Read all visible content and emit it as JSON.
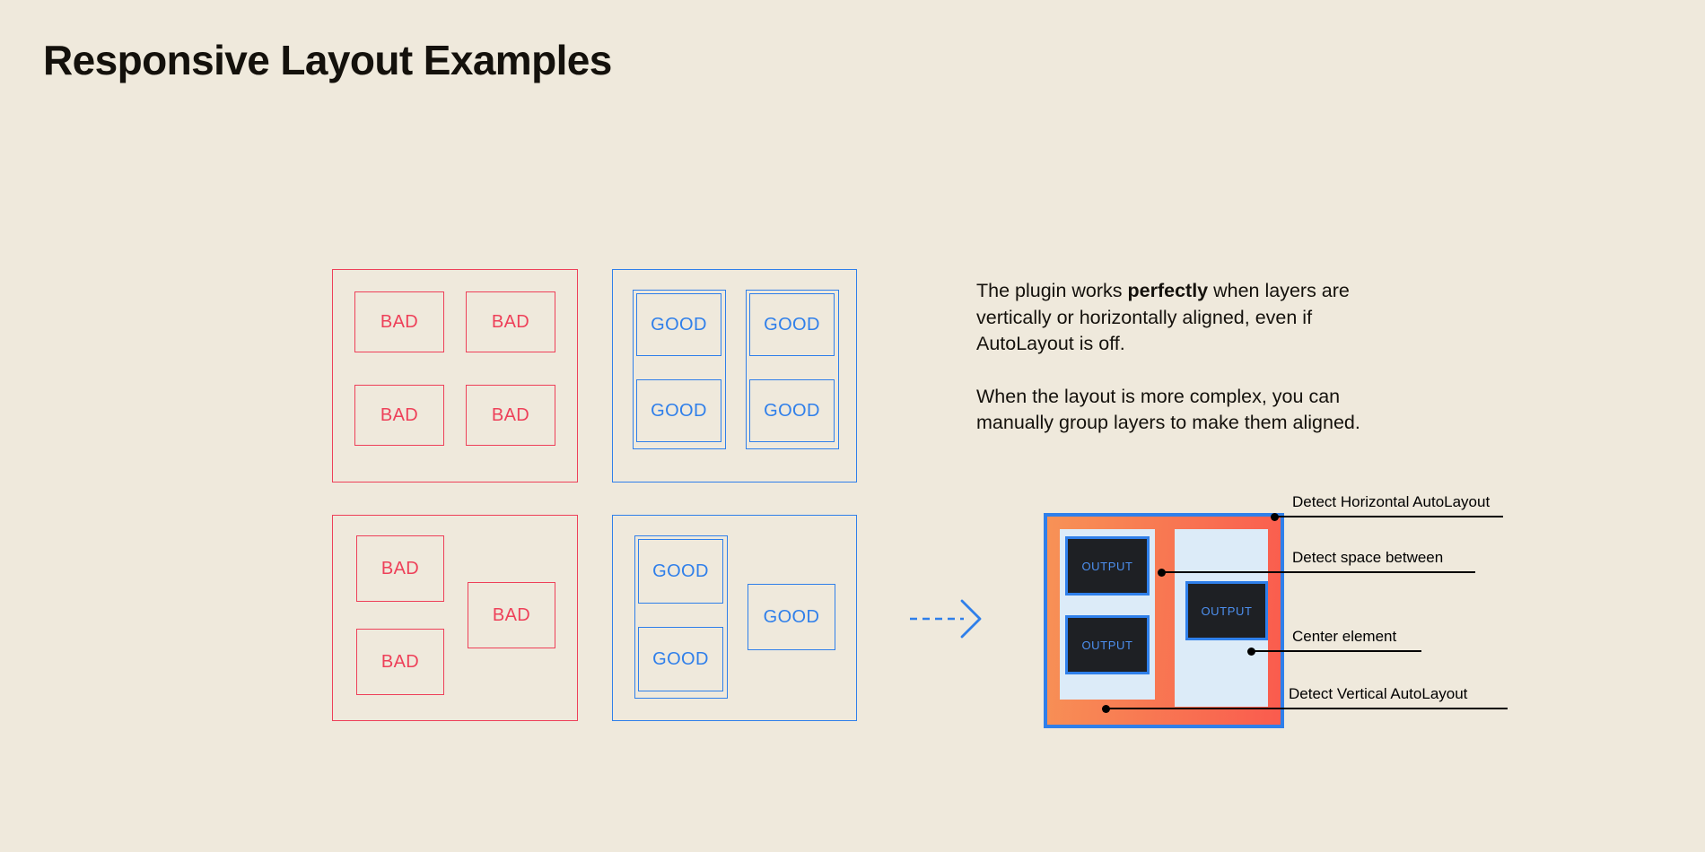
{
  "page": {
    "title": "Responsive Layout Examples",
    "background_color": "#EFE9DC",
    "bad_color": "#EE4059",
    "good_color": "#2F7FEA",
    "accent_orange_start": "#F79256",
    "accent_orange_end": "#FA5B4E",
    "panel_light_color": "#DCEBF8",
    "output_box_color": "#1E2024"
  },
  "labels": {
    "bad": "BAD",
    "good": "GOOD",
    "output": "OUTPUT"
  },
  "examples": {
    "bad_grid": {
      "name": "bad-grid-example",
      "cells": [
        "BAD",
        "BAD",
        "BAD",
        "BAD"
      ]
    },
    "good_grid": {
      "name": "good-grid-example",
      "cells": [
        "GOOD",
        "GOOD",
        "GOOD",
        "GOOD"
      ]
    },
    "bad_complex": {
      "name": "bad-complex-example",
      "cells": [
        "BAD",
        "BAD",
        "BAD"
      ]
    },
    "good_complex": {
      "name": "good-complex-example",
      "cells": [
        "GOOD",
        "GOOD",
        "GOOD"
      ]
    }
  },
  "copy": {
    "paragraph1_prefix": "The plugin works ",
    "paragraph1_bold": "perfectly",
    "paragraph1_suffix": " when layers are vertically or horizontally aligned, even if AutoLayout is off.",
    "paragraph2": "When the layout is more complex, you can manually group layers to make them aligned."
  },
  "arrow": {
    "name": "transform-arrow",
    "style": "dashed-right-arrow",
    "color": "#2F7FEA"
  },
  "diagram": {
    "outputs": [
      "OUTPUT",
      "OUTPUT",
      "OUTPUT"
    ],
    "callouts": [
      {
        "label": "Detect Horizontal AutoLayout",
        "line_width": 215
      },
      {
        "label": "Detect space between",
        "line_width": 163
      },
      {
        "label": "Center element",
        "line_width": 118
      },
      {
        "label": "Detect Vertical AutoLayout",
        "line_width": 198
      }
    ]
  }
}
